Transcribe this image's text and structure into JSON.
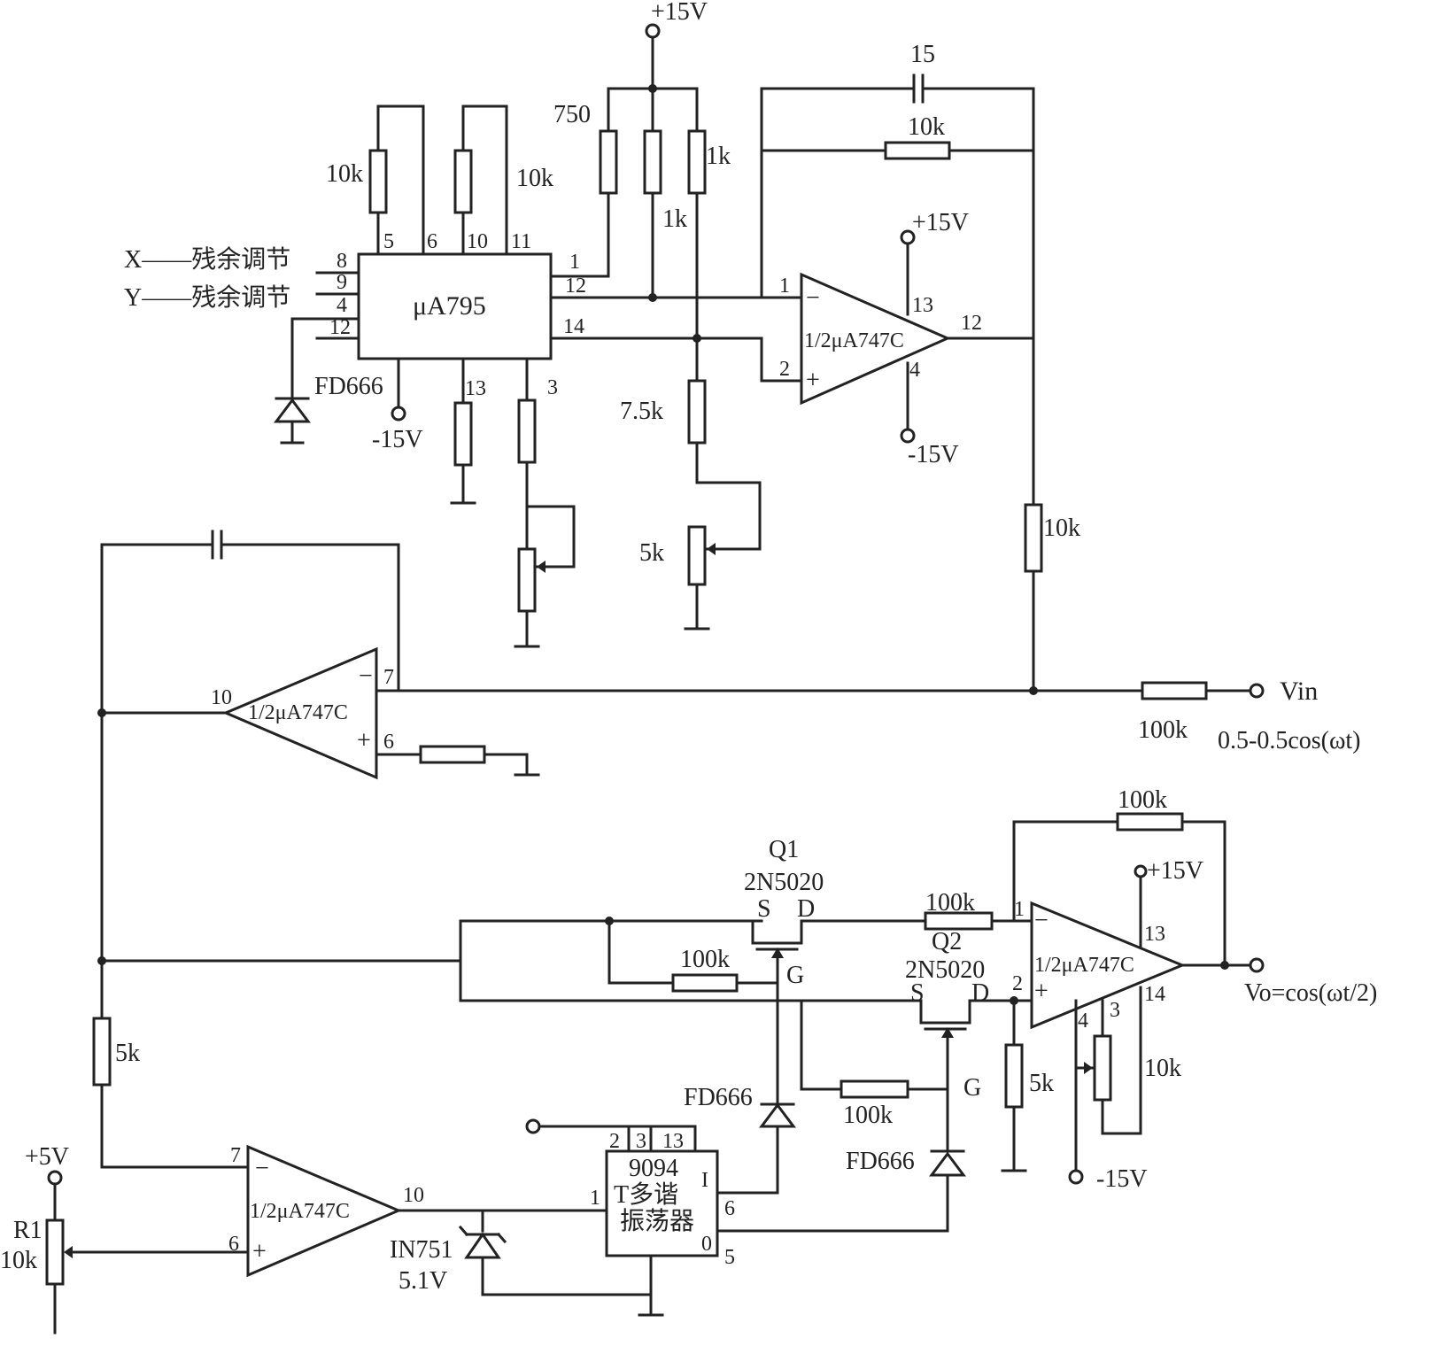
{
  "supplies": {
    "top_pos": "+15V",
    "opamp1_pos": "+15V",
    "opamp1_neg": "-15V",
    "mult_neg": "-15V",
    "out_pos": "+15V",
    "out_neg": "-15V",
    "r1_supply": "+5V"
  },
  "multiplier": {
    "name": "μA795",
    "pins": {
      "p5": "5",
      "p6": "6",
      "p10": "10",
      "p11": "11",
      "p1": "1",
      "p12r": "12",
      "p14": "14",
      "p8": "8",
      "p9": "9",
      "p4": "4",
      "p12l": "12",
      "p13": "13",
      "p3": "3"
    },
    "x_adj": "X——残余调节",
    "y_adj": "Y——残余调节",
    "diode": "FD666"
  },
  "resistors": {
    "r_10k_a": "10k",
    "r_10k_b": "10k",
    "r_750": "750",
    "r_1k_a": "1k",
    "r_1k_b": "1k",
    "c_15": "15",
    "r_fb_10k": "10k",
    "r_7_5k": "7.5k",
    "pot_5k": "5k",
    "r_10k_c": "10k",
    "r_in_100k": "100k",
    "r_fb_out": "100k",
    "r_q1_100k": "100k",
    "r_q2_100k": "100k",
    "r_d_100k": "100k",
    "r_5k_left": "5k",
    "r_5k_plus": "5k",
    "pot_10k": "10k",
    "r1_name": "R1",
    "r1_val": "10k"
  },
  "opamps": {
    "a1": {
      "label": "1/2μA747C",
      "pin_minus": "1",
      "pin_plus": "2",
      "pin_out": "12",
      "pin_v1": "13",
      "pin_v2": "4"
    },
    "a2": {
      "label": "1/2μA747C",
      "pin_minus": "7",
      "pin_plus": "6",
      "pin_out": "10"
    },
    "a3": {
      "label": "1/2μA747C",
      "pin_minus": "1",
      "pin_plus": "2",
      "pin_v1": "13",
      "pin_v2": "14",
      "pin_v3": "4",
      "pin_v4": "3"
    },
    "a4": {
      "label": "1/2μA747C",
      "pin_minus": "7",
      "pin_plus": "6",
      "pin_out": "10"
    }
  },
  "transistors": {
    "q1_name": "Q1",
    "q1_part": "2N5020",
    "q2_name": "Q2",
    "q2_part": "2N5020",
    "s": "S",
    "d": "D",
    "g": "G"
  },
  "diodes": {
    "d1": "FD666",
    "d2": "FD666",
    "zener_name": "IN751",
    "zener_val": "5.1V"
  },
  "multivibrator": {
    "part": "9094",
    "line1": "T多谐",
    "line2": "振荡器",
    "p2": "2",
    "p3": "3",
    "p13": "13",
    "p1": "1",
    "pI": "I",
    "p6": "6",
    "pO": "0",
    "p5": "5"
  },
  "io": {
    "vin": "Vin",
    "vin_expr": "0.5-0.5cos(ωt)",
    "vo": "Vo=cos(ωt/2)"
  }
}
